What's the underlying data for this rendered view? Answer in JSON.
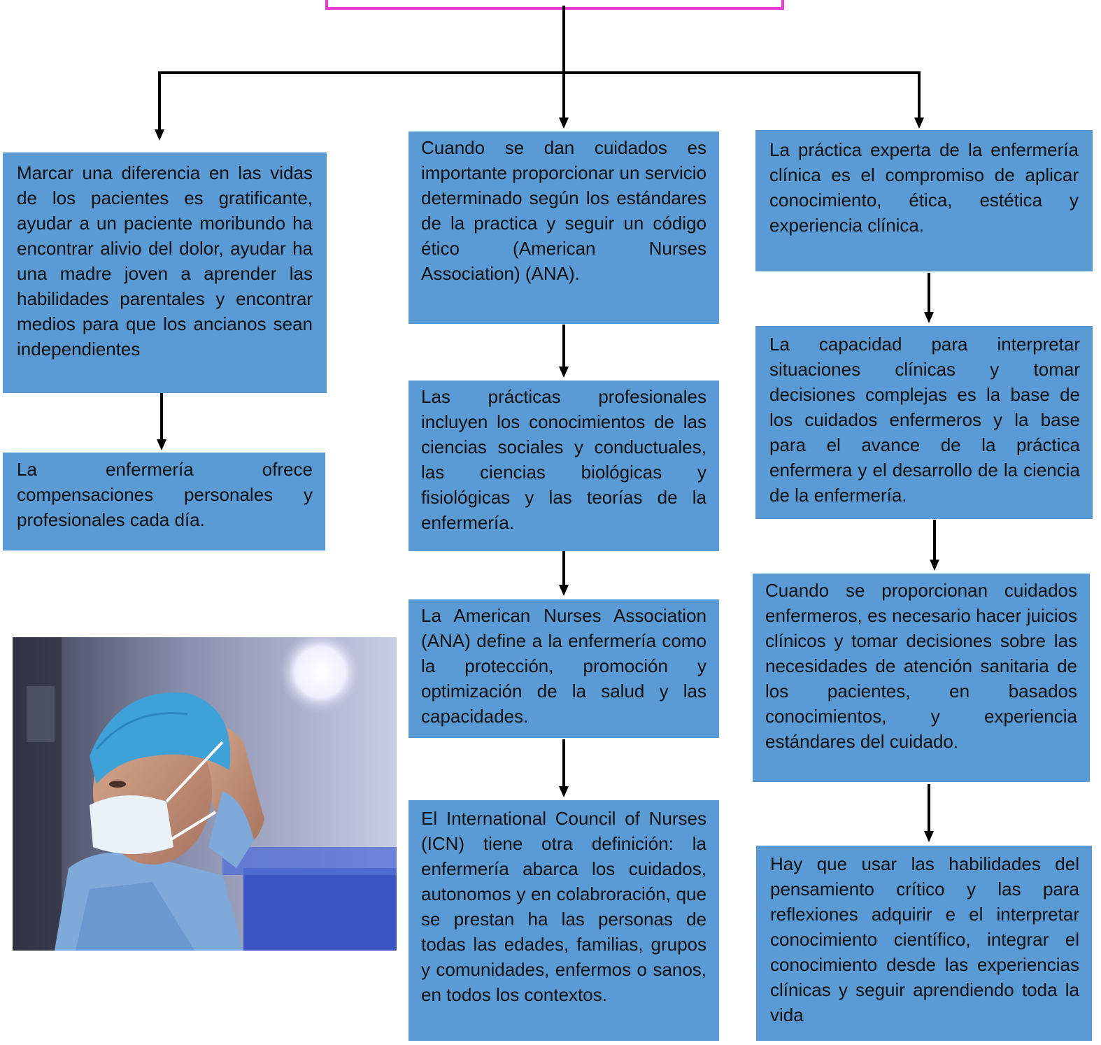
{
  "title": "",
  "colors": {
    "box_fill": "#5b9bd5",
    "title_border": "#ec3ad4",
    "line": "#000000"
  },
  "columns": [
    {
      "boxes": [
        {
          "id": "c1b1",
          "text": "Marcar una diferencia en las vidas de los pacientes es gratificante, ayudar a un paciente moribundo ha encontrar alivio del dolor, ayudar ha una madre joven a aprender las habilidades parentales y encontrar medios para que los ancianos sean independientes"
        },
        {
          "id": "c1b2",
          "text": "La enfermería ofrece compensaciones personales y profesionales cada día."
        }
      ]
    },
    {
      "boxes": [
        {
          "id": "c2b1",
          "text": "Cuando se dan cuidados es importante proporcionar un servicio determinado según los estándares de la practica y seguir un código ético (American Nurses Association) (ANA)."
        },
        {
          "id": "c2b2",
          "text": "Las prácticas profesionales incluyen los conocimientos de las ciencias sociales y conductuales, las ciencias biológicas y fisiológicas y las teorías de la enfermería."
        },
        {
          "id": "c2b3",
          "text": "La American Nurses Association (ANA) define a la enfermería como la protección, promoción y optimización de la salud y las capacidades."
        },
        {
          "id": "c2b4",
          "text": "El International Council of Nurses (ICN) tiene otra definición: la enfermería abarca los cuidados, autonomos y en colabroración, que se prestan ha las personas de todas las edades, familias, grupos y comunidades, enfermos o sanos, en todos los contextos."
        }
      ]
    },
    {
      "boxes": [
        {
          "id": "c3b1",
          "text": "La práctica experta de la enfermería clínica es el compromiso de aplicar conocimiento, ética, estética y experiencia clínica."
        },
        {
          "id": "c3b2",
          "text": "La capacidad para interpretar situaciones clínicas y tomar decisiones complejas es la base de los cuidados enfermeros y la base para el avance de la práctica enfermera y el desarrollo de la ciencia de la enfermería."
        },
        {
          "id": "c3b3",
          "text": "Cuando se proporcionan cuidados enfermeros, es necesario hacer juicios clínicos y tomar decisiones sobre las necesidades de atención sanitaria de los pacientes, en basados conocimientos, y experiencia estándares del cuidado."
        },
        {
          "id": "c3b4",
          "text": "Hay que usar las habilidades del pensamiento crítico y las para reflexiones adquirir e el interpretar conocimiento científico, integrar el conocimiento desde las experiencias clínicas y seguir aprendiendo toda la vida"
        }
      ]
    }
  ],
  "photo": {
    "subject": "nurse-in-blue-scrubs-tying-surgical-mask"
  }
}
